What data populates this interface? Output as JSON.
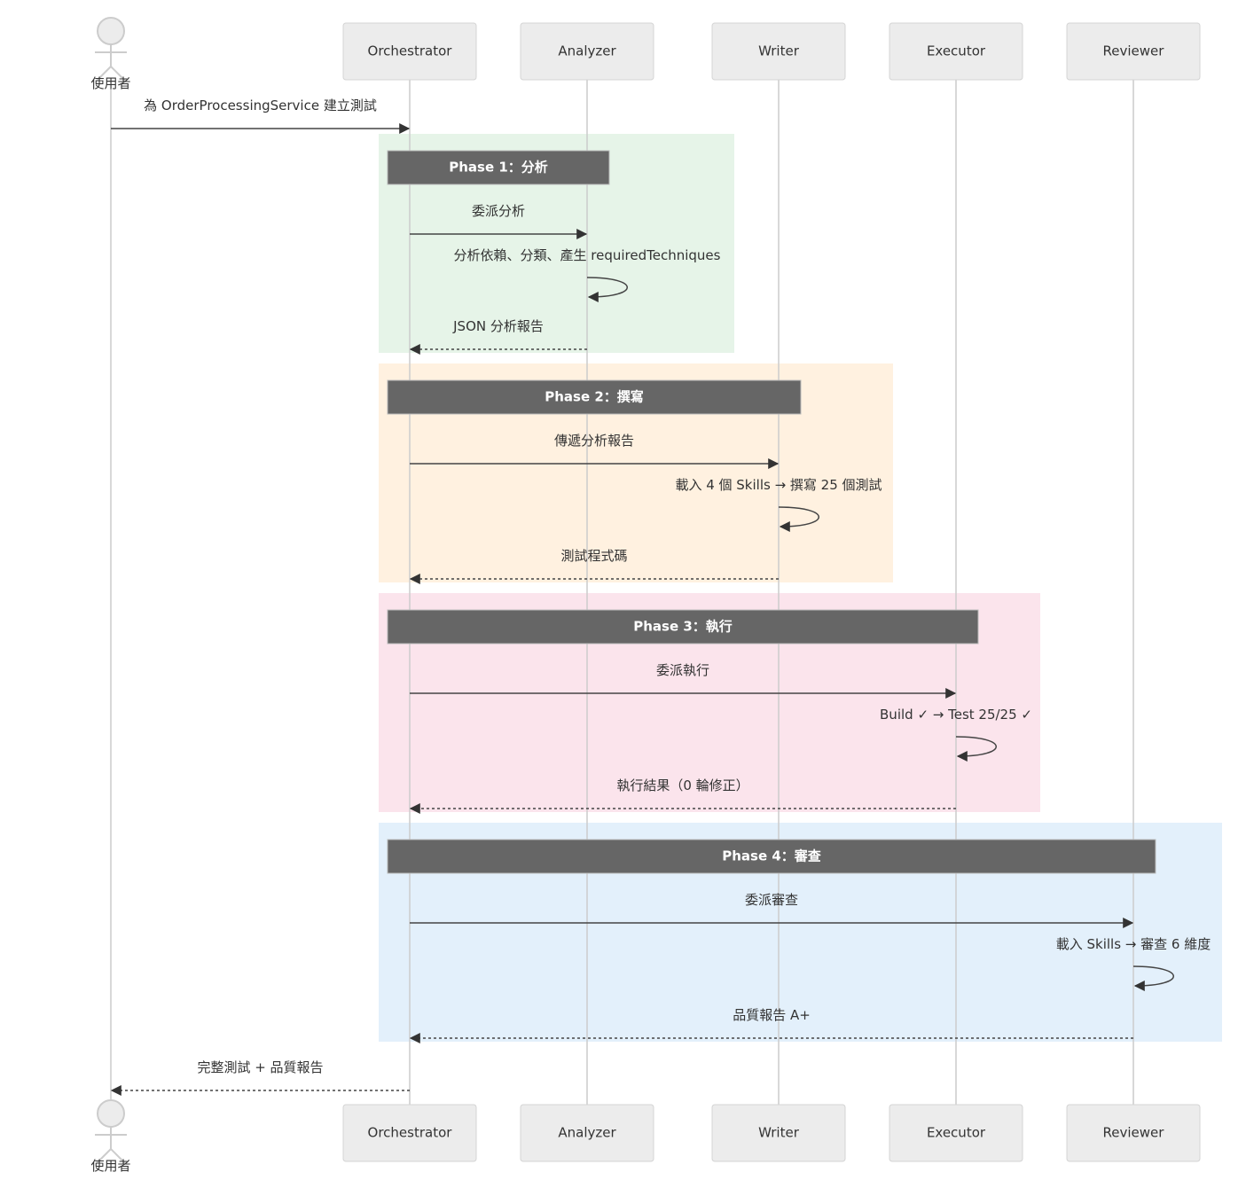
{
  "user_actor": {
    "label": "使用者"
  },
  "participants": [
    {
      "id": "orchestrator",
      "label": "Orchestrator"
    },
    {
      "id": "analyzer",
      "label": "Analyzer"
    },
    {
      "id": "writer",
      "label": "Writer"
    },
    {
      "id": "executor",
      "label": "Executor"
    },
    {
      "id": "reviewer",
      "label": "Reviewer"
    }
  ],
  "phases": [
    {
      "id": "phase1",
      "title": "Phase 1：分析",
      "color": "#e6f4e8",
      "messages": [
        {
          "from": "orchestrator",
          "to": "analyzer",
          "text": "委派分析",
          "type": "solid"
        },
        {
          "from": "analyzer",
          "to": "analyzer",
          "text": "分析依賴、分類、產生 requiredTechniques",
          "type": "self"
        },
        {
          "from": "analyzer",
          "to": "orchestrator",
          "text": "JSON 分析報告",
          "type": "dashed"
        }
      ]
    },
    {
      "id": "phase2",
      "title": "Phase 2：撰寫",
      "color": "#fff1e0",
      "messages": [
        {
          "from": "orchestrator",
          "to": "writer",
          "text": "傳遞分析報告",
          "type": "solid"
        },
        {
          "from": "writer",
          "to": "writer",
          "text": "載入 4 個 Skills → 撰寫 25 個測試",
          "type": "self"
        },
        {
          "from": "writer",
          "to": "orchestrator",
          "text": "測試程式碼",
          "type": "dashed"
        }
      ]
    },
    {
      "id": "phase3",
      "title": "Phase 3：執行",
      "color": "#fbe4ec",
      "messages": [
        {
          "from": "orchestrator",
          "to": "executor",
          "text": "委派執行",
          "type": "solid"
        },
        {
          "from": "executor",
          "to": "executor",
          "text": "Build ✓ → Test 25/25 ✓",
          "type": "self"
        },
        {
          "from": "executor",
          "to": "orchestrator",
          "text": "執行結果（0 輪修正）",
          "type": "dashed"
        }
      ]
    },
    {
      "id": "phase4",
      "title": "Phase 4：審查",
      "color": "#e3f0fb",
      "messages": [
        {
          "from": "orchestrator",
          "to": "reviewer",
          "text": "委派審查",
          "type": "solid"
        },
        {
          "from": "reviewer",
          "to": "reviewer",
          "text": "載入 Skills → 審查 6 維度",
          "type": "self"
        },
        {
          "from": "reviewer",
          "to": "orchestrator",
          "text": "品質報告 A+",
          "type": "dashed"
        }
      ]
    }
  ],
  "start_message": {
    "from": "user",
    "to": "orchestrator",
    "text": "為 OrderProcessingService 建立測試",
    "type": "solid"
  },
  "end_message": {
    "from": "orchestrator",
    "to": "user",
    "text": "完整測試 + 品質報告",
    "type": "dashed"
  }
}
